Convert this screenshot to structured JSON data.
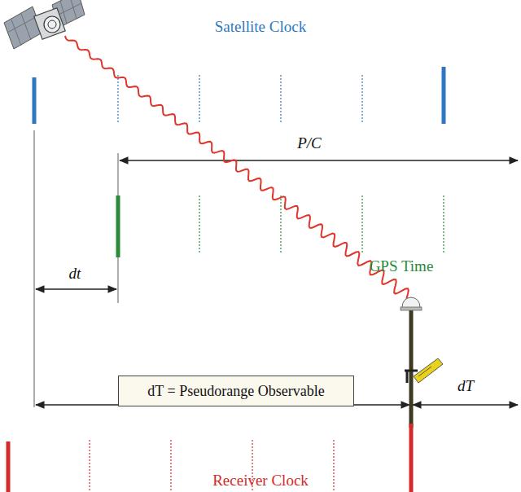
{
  "diagram": {
    "nodes": [
      {
        "text": [
          "dT = Pseudorange Observable"
        ]
      }
    ],
    "labels": [
      "Satellite Clock",
      "P/C",
      "GPS Time",
      "dt",
      "dT",
      "Receiver Clock"
    ]
  }
}
